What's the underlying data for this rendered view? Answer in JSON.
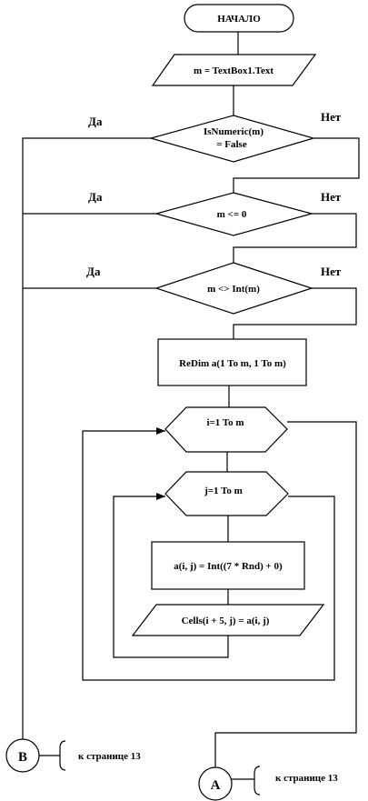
{
  "start": "НАЧАЛО",
  "input_m": "m = TextBox1.Text",
  "cond_isnumeric": {
    "line1": "IsNumeric(m)",
    "line2": "= False",
    "yes": "Да",
    "no": "Нет"
  },
  "cond_le_zero": {
    "text": "m <= 0",
    "yes": "Да",
    "no": "Нет"
  },
  "cond_int": {
    "text": "m <> Int(m)",
    "yes": "Да",
    "no": "Нет"
  },
  "redim": "ReDim  a(1 To m, 1 To m)",
  "loop_i": "i=1  To m",
  "loop_j": "j=1  To m",
  "assign": "a(i, j) = Int((7 * Rnd) + 0)",
  "output": "Cells(i + 5, j) = a(i, j)",
  "connector_b": {
    "label": "B",
    "note": "к странице 13"
  },
  "connector_a": {
    "label": "A",
    "note": "к странице 13"
  }
}
